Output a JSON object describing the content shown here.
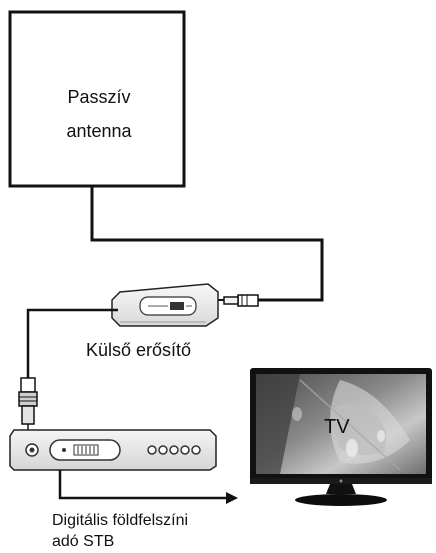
{
  "antenna": {
    "line1": "Passzív",
    "line2": "antenna"
  },
  "amplifier": {
    "label": "Külső erősítő"
  },
  "stb": {
    "line1": "Digitális földfelszíni",
    "line2": "adó STB"
  },
  "tv": {
    "label": "TV"
  }
}
